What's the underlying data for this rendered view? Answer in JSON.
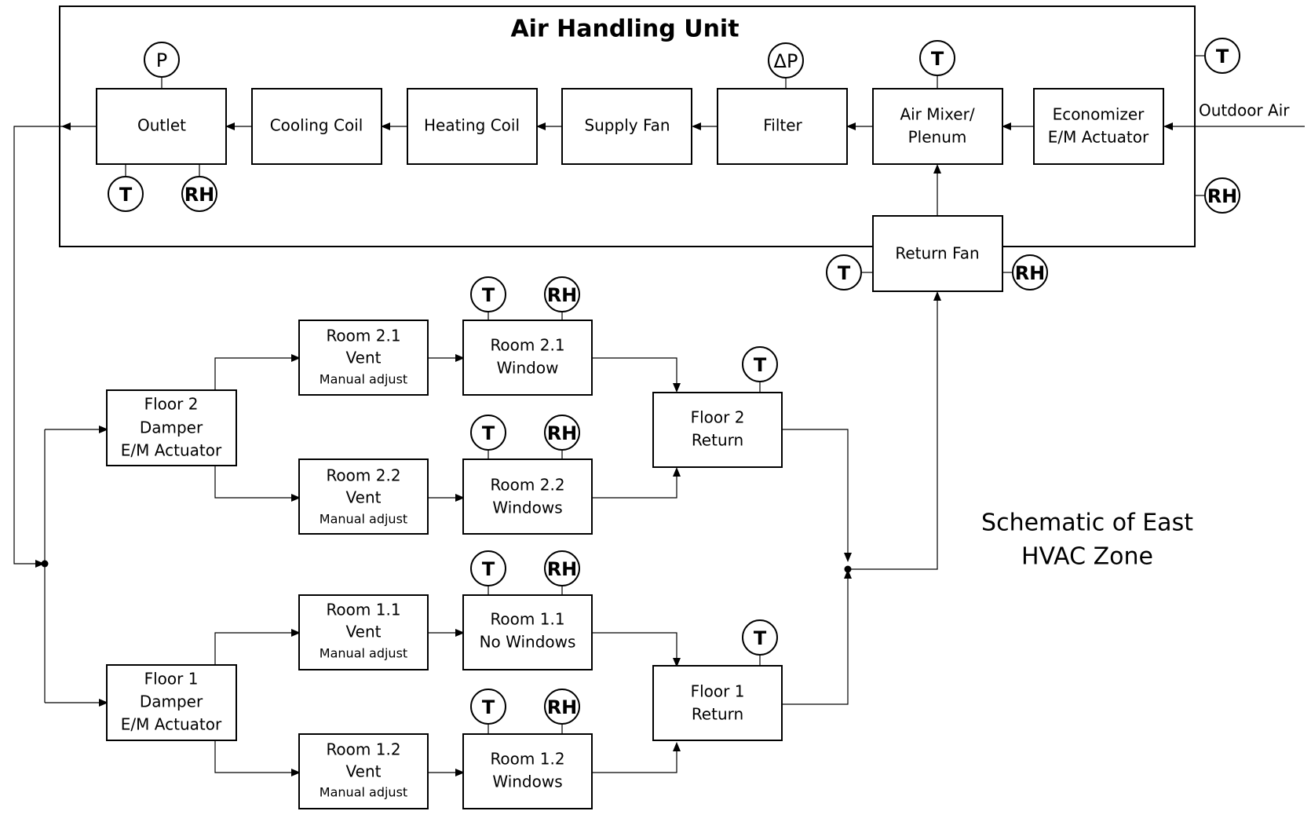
{
  "ahu": {
    "title": "Air  Handling Unit",
    "outlet": "Outlet",
    "cooling_coil": "Cooling Coil",
    "heating_coil": "Heating Coil",
    "supply_fan": "Supply Fan",
    "filter": "Filter",
    "air_mixer": [
      "Air Mixer/",
      "Plenum"
    ],
    "economizer": [
      "Economizer",
      "E/M Actuator"
    ],
    "return_fan": "Return Fan",
    "outdoor_air": "Outdoor Air"
  },
  "floor2": {
    "damper": [
      "Floor 2",
      "Damper",
      "E/M Actuator"
    ],
    "return": [
      "Floor 2",
      "Return"
    ]
  },
  "floor1": {
    "damper": [
      "Floor 1",
      "Damper",
      "E/M Actuator"
    ],
    "return": [
      "Floor 1",
      "Return"
    ]
  },
  "rooms": {
    "r21_vent": [
      "Room 2.1",
      "Vent",
      "Manual adjust"
    ],
    "r21_window": [
      "Room 2.1",
      "Window"
    ],
    "r22_vent": [
      "Room 2.2",
      "Vent",
      "Manual adjust"
    ],
    "r22_window": [
      "Room 2.2",
      "Windows"
    ],
    "r11_vent": [
      "Room 1.1",
      "Vent",
      "Manual adjust"
    ],
    "r11_window": [
      "Room 1.1",
      "No Windows"
    ],
    "r12_vent": [
      "Room 1.2",
      "Vent",
      "Manual adjust"
    ],
    "r12_window": [
      "Room 1.2",
      "Windows"
    ]
  },
  "sensors": {
    "t": "T",
    "rh": "RH",
    "p": "P",
    "dp": "ΔP"
  },
  "caption": [
    "Schematic of East",
    "HVAC Zone"
  ]
}
